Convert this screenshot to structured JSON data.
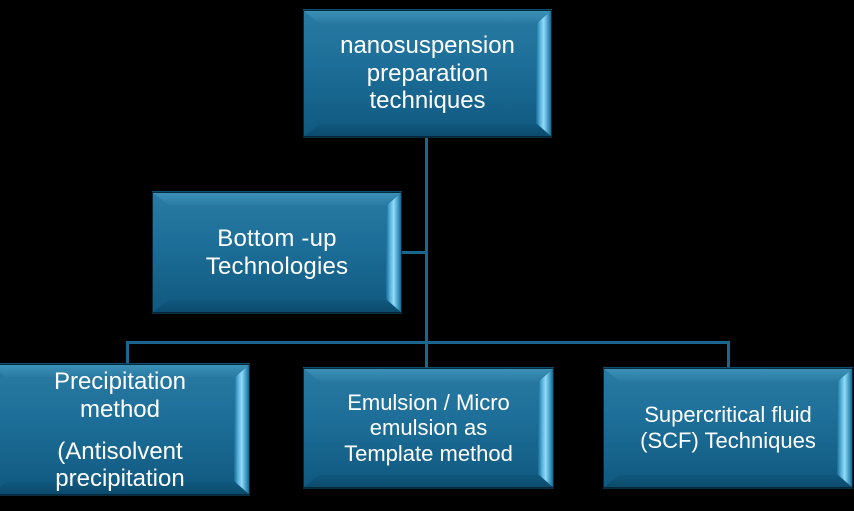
{
  "diagram": {
    "title": "nanosuspension preparation techniques",
    "type": "hierarchy-flowchart",
    "background_color": "#000000",
    "node_fill_color": "#1d6f99",
    "node_bevel_color": "#8fd8f5",
    "connector_color": "#19678e",
    "text_color": "#ffffff"
  },
  "nodes": {
    "root": {
      "label": "nanosuspension\npreparation\ntechniques",
      "level": 0
    },
    "bottom_up": {
      "label": "Bottom -up\nTechnologies",
      "level": 1
    },
    "precipitation": {
      "label_line1": "Precipitation\nmethod",
      "label_line2": "(Antisolvent\nprecipitation",
      "level": 2,
      "clipped": "true"
    },
    "emulsion": {
      "label": "Emulsion / Micro\nemulsion as\nTemplate method",
      "level": 2
    },
    "scf": {
      "label": "Supercritical fluid\n(SCF) Techniques",
      "level": 2
    }
  },
  "connectors": [
    {
      "name": "root-to-spine",
      "from": "root",
      "to": "spine"
    },
    {
      "name": "spine-to-bottom-up",
      "from": "spine",
      "to": "bottom_up"
    },
    {
      "name": "spine-to-bus",
      "from": "spine",
      "to": "bus"
    },
    {
      "name": "bus-to-precipitation",
      "from": "bus",
      "to": "precipitation"
    },
    {
      "name": "bus-to-emulsion",
      "from": "bus",
      "to": "emulsion"
    },
    {
      "name": "bus-to-scf",
      "from": "bus",
      "to": "scf"
    }
  ]
}
